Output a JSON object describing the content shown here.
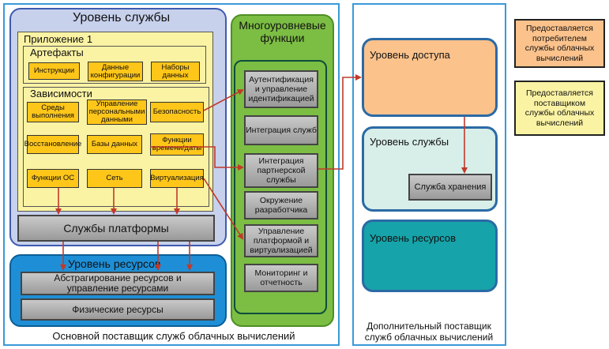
{
  "colors": {
    "frame_blue": "#3a9ad9",
    "service_panel": "#c7d1ec",
    "app_yellow": "#fbf3a4",
    "item_orange": "#ffc61a",
    "resource_blue": "#1e8fd6",
    "functions_green": "#7cbd44",
    "access_orange": "#fbc28c",
    "service_mint": "#d8eee9",
    "resource_teal": "#16a3a9",
    "arrow_red": "#c0392b"
  },
  "main_provider": {
    "caption": "Основной поставщик служб облачных вычислений",
    "service_level": {
      "title": "Уровень службы",
      "app_title": "Приложение 1",
      "artifacts_title": "Артефакты",
      "artifacts": [
        "Инструкции",
        "Данные конфигурации",
        "Наборы данных"
      ],
      "dependencies_title": "Зависимости",
      "dependencies": [
        "Среды выполнения",
        "Управление персональными данными",
        "Безопасность",
        "Восстановление",
        "Базы данных",
        "Функции времени/даты",
        "Функции ОС",
        "Сеть",
        "Виртуализация"
      ],
      "platform_services": "Службы платформы"
    },
    "resource_level": {
      "title": "Уровень ресурсов",
      "abstraction": "Абстрагирование ресурсов и управление ресурсами",
      "physical": "Физические ресурсы"
    },
    "multilevel": {
      "title": "Многоуровневые функции",
      "items": [
        "Аутентификация и управление идентификацией",
        "Интеграция служб",
        "Интеграция партнерской службы",
        "Окружение разработчика",
        "Управление платформой и виртуализацией",
        "Мониторинг и отчетность"
      ]
    }
  },
  "additional_provider": {
    "caption": "Дополнительный поставщик служб облачных вычислений",
    "access_level": "Уровень доступа",
    "service_level": "Уровень службы",
    "storage_service": "Служба хранения",
    "resource_level": "Уровень ресурсов"
  },
  "legend": {
    "consumer": "Предоставляется потребителем службы облачных вычислений",
    "provider": "Предоставляется поставщиком службы облачных вычислений"
  }
}
